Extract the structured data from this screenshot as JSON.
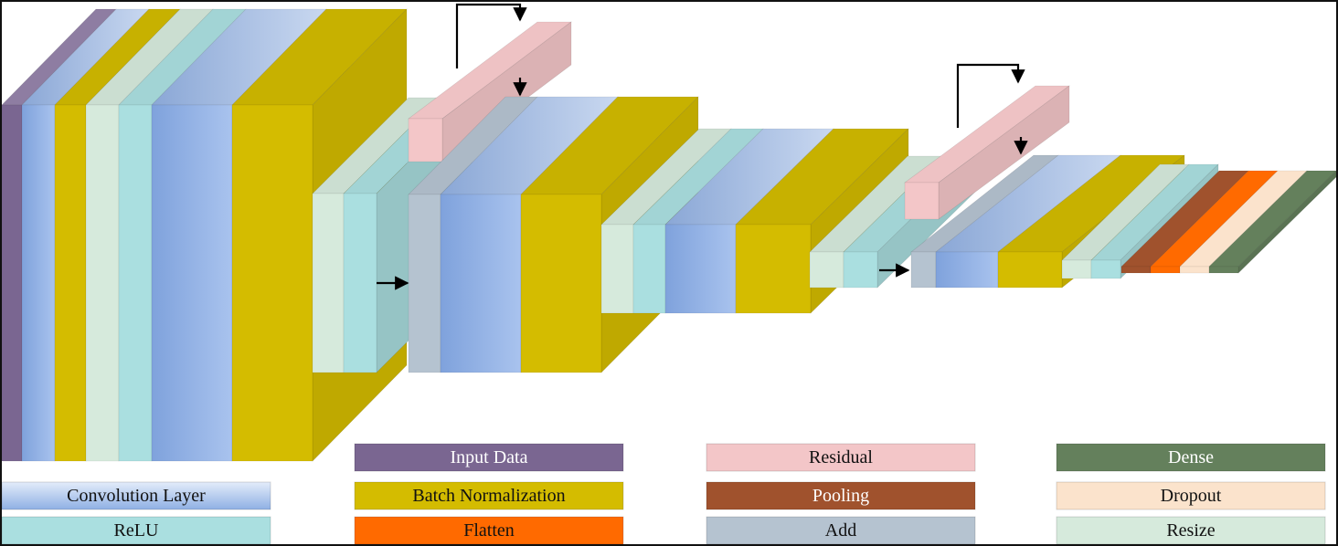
{
  "colors": {
    "input": "#7a6691",
    "conv_light": "#bcd0ee",
    "conv_dark": "#7fa2dc",
    "batchnorm": "#d4bc00",
    "relu": "#aadfe0",
    "resize": "#d6eadc",
    "add": "#b5c3d0",
    "residual": "#f3c6c8",
    "pooling": "#a0522d",
    "flatten": "#ff6a00",
    "dropout": "#fbe3cc",
    "dense": "#64805c",
    "arrow": "#000000"
  },
  "legend": [
    {
      "label": "Convolution Layer",
      "key": "conv"
    },
    {
      "label": "ReLU",
      "key": "relu"
    },
    {
      "label": "Input Data",
      "key": "input"
    },
    {
      "label": "Batch Normalization",
      "key": "batchnorm"
    },
    {
      "label": "Flatten",
      "key": "flatten"
    },
    {
      "label": "Residual",
      "key": "residual"
    },
    {
      "label": "Pooling",
      "key": "pooling"
    },
    {
      "label": "Add",
      "key": "add"
    },
    {
      "label": "Dense",
      "key": "dense"
    },
    {
      "label": "Dropout",
      "key": "dropout"
    },
    {
      "label": "Resize",
      "key": "resize"
    }
  ]
}
